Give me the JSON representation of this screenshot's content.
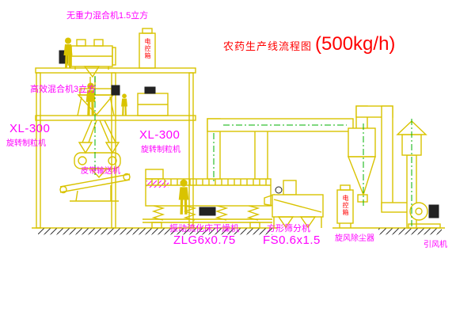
{
  "title": {
    "main": "农药生产线流程图",
    "capacity": "(500kg/h)"
  },
  "labels": {
    "gravity_mixer": "无重力混合机1.5立方",
    "high_eff_mixer": "高效混合机3立方",
    "granulator_left_model": "XL-300",
    "granulator_left_name": "旋转制粒机",
    "granulator_right_model": "XL-300",
    "granulator_right_name": "旋转制粒机",
    "belt_conveyor": "皮带输送机",
    "fluid_bed_dryer": "振动流化床干燥机",
    "fluid_bed_dryer_model": "ZLG6x0.75",
    "square_sieve": "方形筛分机",
    "square_sieve_model": "FS0.6x1.5",
    "cyclone_dust_collector": "旋风除尘器",
    "induced_draft_fan": "引风机",
    "control_box_left": "电控箱",
    "control_box_right": "电控箱"
  },
  "colors": {
    "drawing": "#d9c300",
    "label": "#ff00ff",
    "title": "#ff0000",
    "centerline": "#00b000"
  }
}
